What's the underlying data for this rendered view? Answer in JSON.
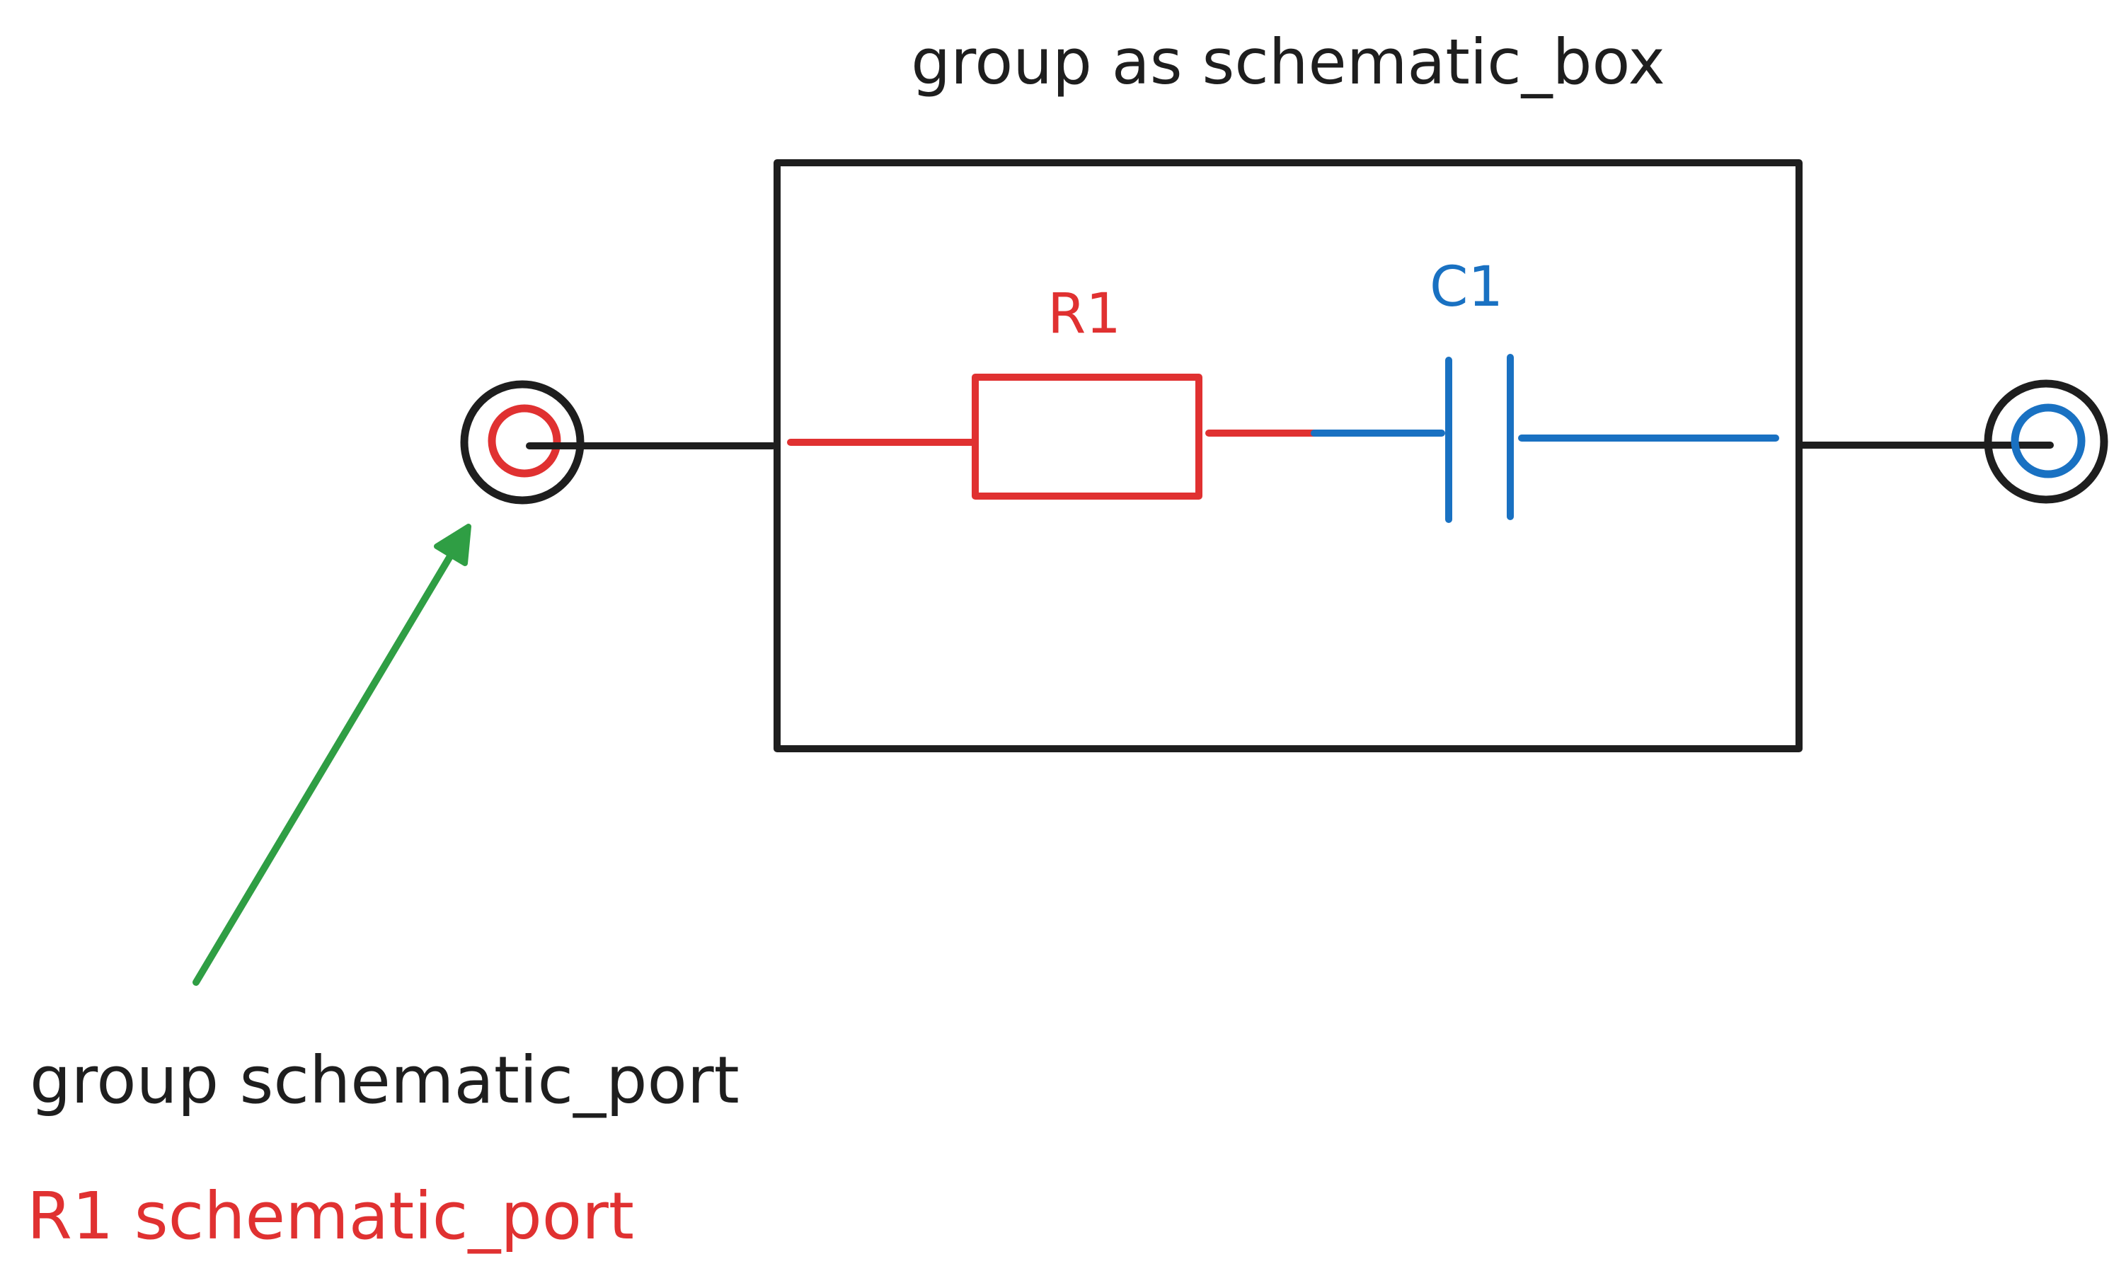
{
  "diagram": {
    "title": "group as schematic_box",
    "colors": {
      "black": "#1e1e1e",
      "red": "#e03131",
      "blue": "#1971c2",
      "green": "#2f9e44",
      "background": "#ffffff"
    },
    "components": [
      {
        "id": "R1",
        "label": "R1",
        "type": "resistor",
        "color": "red"
      },
      {
        "id": "C1",
        "label": "C1",
        "type": "capacitor",
        "color": "blue"
      }
    ],
    "ports": [
      {
        "id": "left-port",
        "inner_color": "red",
        "side": "left"
      },
      {
        "id": "right-port",
        "inner_color": "blue",
        "side": "right"
      }
    ],
    "annotations": [
      {
        "id": "group-port-label",
        "text": "group schematic_port",
        "color": "black"
      },
      {
        "id": "r1-port-label",
        "text": "R1 schematic_port",
        "color": "red"
      }
    ],
    "arrow": {
      "color": "green",
      "from": "group-port-label",
      "to": "left-port"
    }
  }
}
